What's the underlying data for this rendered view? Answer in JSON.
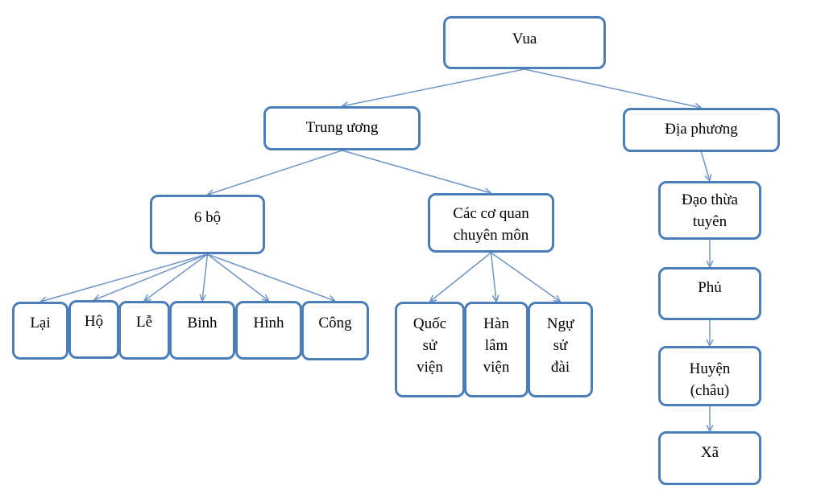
{
  "diagram": {
    "type": "hierarchy",
    "colors": {
      "border": "#4a7ebb",
      "connector": "#6f95c9",
      "fill": "#ffffff",
      "text": "#000000"
    },
    "nodes": {
      "vua": {
        "lines": [
          "Vua"
        ]
      },
      "trung_uong": {
        "lines": [
          "Trung ương"
        ]
      },
      "dia_phuong": {
        "lines": [
          "Địa phương"
        ]
      },
      "sau_bo": {
        "lines": [
          "6 bộ"
        ]
      },
      "co_quan": {
        "lines": [
          "Các cơ quan",
          "chuyên môn"
        ]
      },
      "lai": {
        "lines": [
          "Lại"
        ]
      },
      "ho": {
        "lines": [
          "Hộ"
        ]
      },
      "le": {
        "lines": [
          "Lễ"
        ]
      },
      "binh": {
        "lines": [
          "Binh"
        ]
      },
      "hinh": {
        "lines": [
          "Hình"
        ]
      },
      "cong": {
        "lines": [
          "Công"
        ]
      },
      "quoc_su_vien": {
        "lines": [
          "Quốc",
          "sử",
          "viện"
        ]
      },
      "han_lam_vien": {
        "lines": [
          "Hàn",
          "lâm",
          "viện"
        ]
      },
      "ngu_su_dai": {
        "lines": [
          "Ngự",
          "sử",
          "đài"
        ]
      },
      "dao_thua_tuyen": {
        "lines": [
          "Đạo thừa",
          "tuyên"
        ]
      },
      "phu": {
        "lines": [
          "Phủ"
        ]
      },
      "huyen_chau": {
        "lines": [
          "Huyện",
          "(châu)"
        ]
      },
      "xa": {
        "lines": [
          "Xã"
        ]
      }
    },
    "edges": [
      [
        "vua",
        "trung_uong"
      ],
      [
        "vua",
        "dia_phuong"
      ],
      [
        "trung_uong",
        "sau_bo"
      ],
      [
        "trung_uong",
        "co_quan"
      ],
      [
        "sau_bo",
        "lai"
      ],
      [
        "sau_bo",
        "ho"
      ],
      [
        "sau_bo",
        "le"
      ],
      [
        "sau_bo",
        "binh"
      ],
      [
        "sau_bo",
        "hinh"
      ],
      [
        "sau_bo",
        "cong"
      ],
      [
        "co_quan",
        "quoc_su_vien"
      ],
      [
        "co_quan",
        "han_lam_vien"
      ],
      [
        "co_quan",
        "ngu_su_dai"
      ],
      [
        "dia_phuong",
        "dao_thua_tuyen"
      ],
      [
        "dao_thua_tuyen",
        "phu"
      ],
      [
        "phu",
        "huyen_chau"
      ],
      [
        "huyen_chau",
        "xa"
      ]
    ]
  }
}
